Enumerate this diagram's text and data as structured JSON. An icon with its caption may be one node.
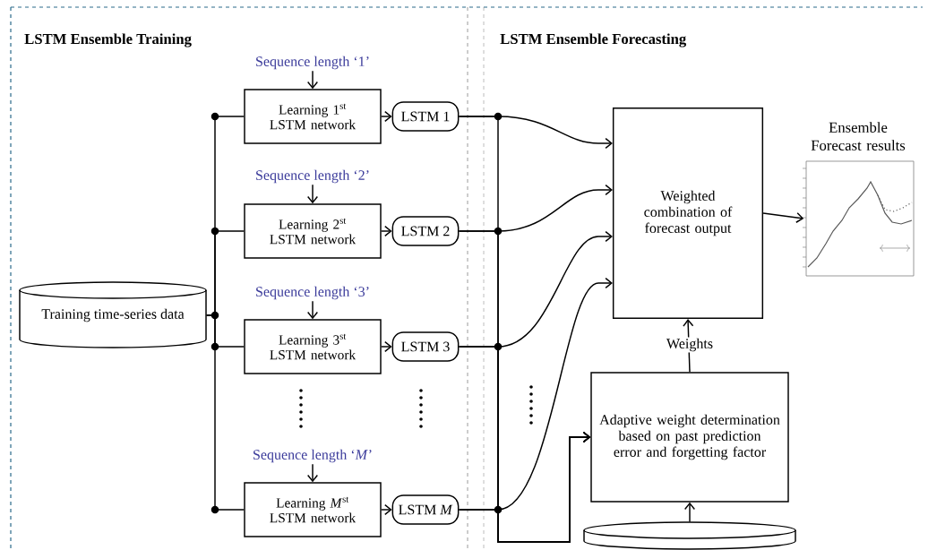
{
  "diagram": {
    "nodes": [
      {
        "text": [
          "Training time-series data"
        ]
      },
      {
        "text": [
          "Sequence length ‘1’"
        ]
      },
      {
        "text": [
          "Learning 1$^{st}$ LSTM network"
        ]
      },
      {
        "text": [
          "LSTM 1"
        ]
      },
      {
        "text": [
          "Sequence length ‘2’"
        ]
      },
      {
        "text": [
          "Learning 2$^{st}$ LSTM network"
        ]
      },
      {
        "text": [
          "LSTM 2"
        ]
      },
      {
        "text": [
          "Sequence length ‘3’"
        ]
      },
      {
        "text": [
          "Learning 3$^{st}$ LSTM network"
        ]
      },
      {
        "text": [
          "LSTM 3"
        ]
      },
      {
        "text": [
          "Sequence length ‘*M*’"
        ]
      },
      {
        "text": [
          "Learning *M*$^{st}$ LSTM network"
        ]
      },
      {
        "text": [
          "LSTM *M*"
        ]
      },
      {
        "text": [
          "Weighted combination of forecast output"
        ]
      },
      {
        "text": [
          "Ensemble Forecast results"
        ]
      },
      {
        "text": [
          "Adaptive weight determination based on past prediction error and forgetting factor"
        ]
      },
      {
        "text": [],
        "shape": "cylinder"
      }
    ],
    "edges": [
      {
        "from": 0,
        "to": 2,
        "arrow": "none"
      },
      {
        "from": 0,
        "to": 5,
        "arrow": "none"
      },
      {
        "from": 0,
        "to": 8,
        "arrow": "none"
      },
      {
        "from": 0,
        "to": 11,
        "arrow": "none"
      },
      {
        "from": 1,
        "to": 2,
        "arrow": "to"
      },
      {
        "from": 4,
        "to": 5,
        "arrow": "to"
      },
      {
        "from": 7,
        "to": 8,
        "arrow": "to"
      },
      {
        "from": 10,
        "to": 11,
        "arrow": "to"
      },
      {
        "from": 2,
        "to": 3,
        "arrow": "to"
      },
      {
        "from": 5,
        "to": 6,
        "arrow": "to"
      },
      {
        "from": 8,
        "to": 9,
        "arrow": "to"
      },
      {
        "from": 11,
        "to": 12,
        "arrow": "to"
      },
      {
        "from": 3,
        "to": 13,
        "arrow": "to"
      },
      {
        "from": 6,
        "to": 13,
        "arrow": "to"
      },
      {
        "from": 9,
        "to": 13,
        "arrow": "to"
      },
      {
        "from": 12,
        "to": 13,
        "arrow": "to"
      },
      {
        "from": 3,
        "to": 15,
        "arrow": "to"
      },
      {
        "from": 6,
        "to": 15,
        "arrow": "to"
      },
      {
        "from": 9,
        "to": 15,
        "arrow": "to"
      },
      {
        "from": 12,
        "to": 15,
        "arrow": "to"
      },
      {
        "from": 15,
        "to": 13,
        "arrow": "to",
        "label": "Weights"
      },
      {
        "from": 16,
        "to": 15,
        "arrow": "to"
      },
      {
        "from": 13,
        "to": 14,
        "arrow": "to"
      }
    ],
    "labels": [
      "LSTM Ensemble Training",
      "LSTM Ensemble Forecasting"
    ]
  }
}
